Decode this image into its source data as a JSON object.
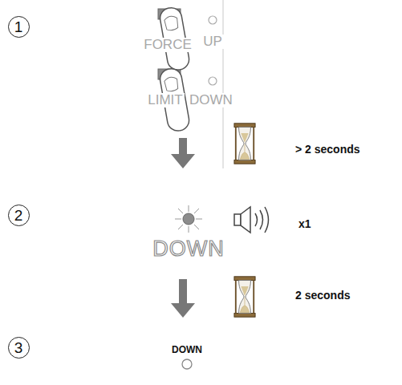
{
  "diagram": {
    "nodes": [
      {
        "text": [
          "1"
        ]
      },
      {
        "text": [
          "2"
        ]
      },
      {
        "text": [
          "3"
        ]
      }
    ],
    "labels": [
      "FORCE",
      "UP",
      "LIMIT",
      "DOWN",
      "> 2 seconds",
      "DOWN",
      "x1",
      "2 seconds",
      "DOWN"
    ]
  }
}
